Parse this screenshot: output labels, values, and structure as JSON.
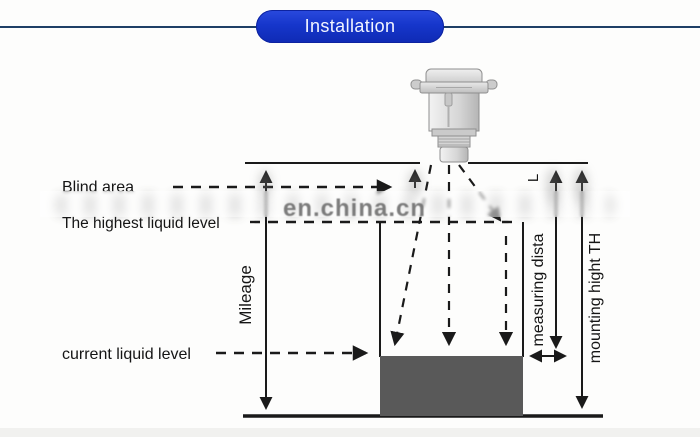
{
  "header": {
    "title": "Installation",
    "pill_color": "#1636cb",
    "rule_color": "#1e3f66"
  },
  "watermark": {
    "text": "en.china.cn"
  },
  "diagram": {
    "labels": {
      "blind_area": "Blind area",
      "highest_liquid_level": "The highest liquid level",
      "current_liquid_level": "current liquid level",
      "mileage": "Mileage",
      "blind_zone": "L",
      "measuring_distance": "measuring dista",
      "mounting_height": "mounting hight TH"
    },
    "colors": {
      "line": "#1a1a1a",
      "liquid": "#595959",
      "sensor_body": "#d9d9d9"
    }
  }
}
